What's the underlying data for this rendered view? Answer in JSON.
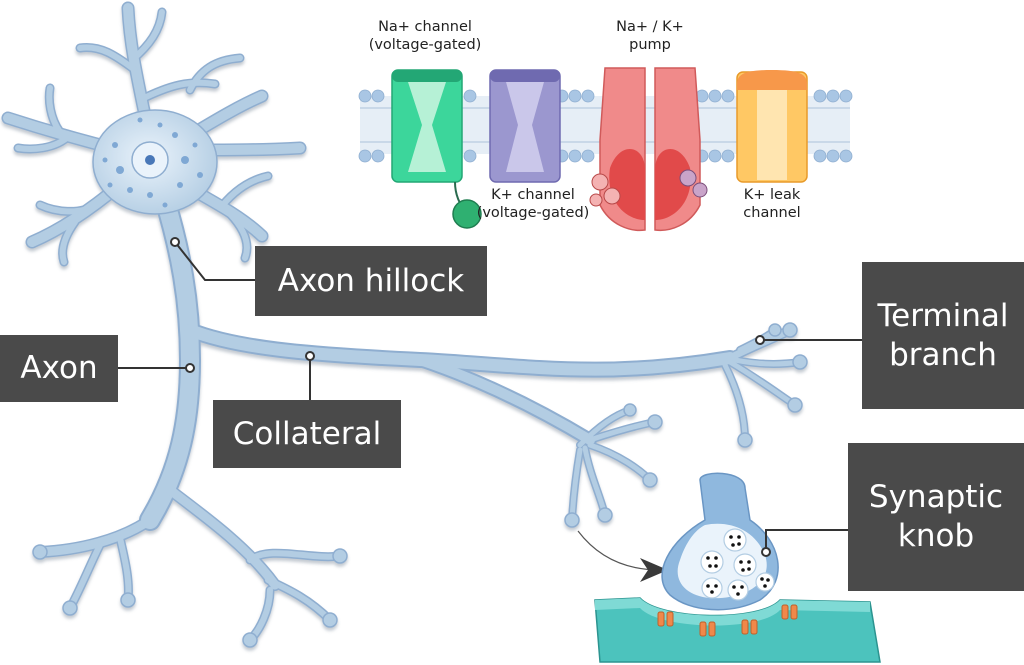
{
  "labels": {
    "axon": "Axon",
    "axon_hillock": "Axon hillock",
    "collateral": "Collateral",
    "terminal_branch": [
      "Terminal",
      "branch"
    ],
    "synaptic_knob": [
      "Synaptic",
      "knob"
    ]
  },
  "membrane_labels": {
    "na_channel": [
      "Na+ channel",
      "(voltage-gated)"
    ],
    "na_k_pump": [
      "Na+ / K+",
      "pump"
    ],
    "k_channel": [
      "K+ channel",
      "(voltage-gated)"
    ],
    "k_leak": [
      "K+ leak",
      "channel"
    ]
  },
  "colors": {
    "neuron_fill": "#b3cde3",
    "neuron_outline": "#8faed0",
    "nucleus": "#eaf3fb",
    "label_box": "#4a4a4a",
    "na_channel": "#3cd69b",
    "k_channel": "#9b97cf",
    "pump": "#f08a8a",
    "k_leak": "#ffc864",
    "synapse_membrane": "#4cc3bd",
    "receptor": "#f0884a"
  }
}
